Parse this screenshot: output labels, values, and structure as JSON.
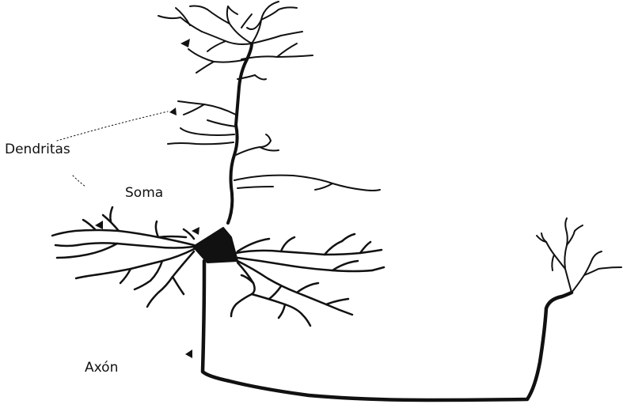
{
  "labels": {
    "dendritas": "Dendritas",
    "soma": "Soma",
    "axon": "Axón"
  },
  "colors": {
    "ink": "#111111",
    "background": "#ffffff"
  }
}
